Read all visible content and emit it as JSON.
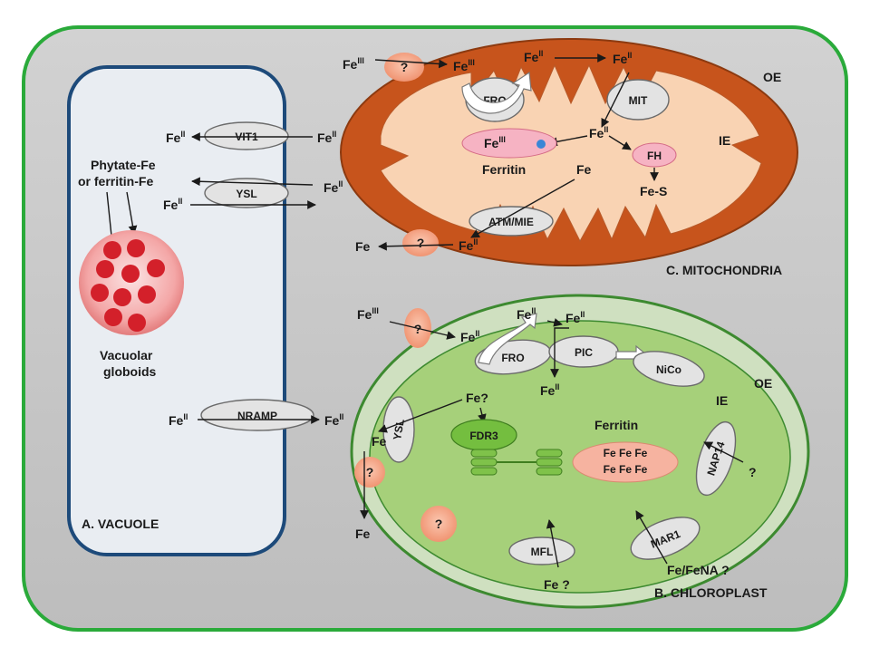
{
  "colors": {
    "cell_border": "#2aaa3a",
    "cell_fill": "#c9c9c9",
    "vacuole_border": "#1d4a7a",
    "vacuole_fill": "#e9edf2",
    "mito_outer": "#c7541c",
    "mito_inner": "#f9d3b3",
    "chloro_fill": "#a6d07a",
    "chloro_border": "#3d8a30",
    "unknown_fill": "#f6a98a",
    "ferritin_pink": "#f6b3c3",
    "fdr3_green": "#74be3f",
    "globoid_red": "#d3202a"
  },
  "vacuole": {
    "title": "A. VACUOLE",
    "phytate_line1": "Phytate-Fe",
    "phytate_line2": "or ferritin-Fe",
    "globoid_line1": "Vacuolar",
    "globoid_line2": "globoids",
    "vit1": "VIT1",
    "ysl": "YSL",
    "nramp": "NRAMP"
  },
  "mitochondria": {
    "title": "C. MITOCHONDRIA",
    "oe": "OE",
    "ie": "IE",
    "fro": "FRO",
    "mit": "MIT",
    "ferritin": "Ferritin",
    "fh": "FH",
    "fes": "Fe-S",
    "atm": "ATM/MIE",
    "fe": "Fe",
    "q": "?"
  },
  "chloroplast": {
    "title": "B. CHLOROPLAST",
    "oe": "OE",
    "ie": "IE",
    "fro": "FRO",
    "pic": "PIC",
    "nico": "NiCo",
    "ysl": "YSL",
    "fdr3": "FDR3",
    "fe_q": "Fe?",
    "ferritin": "Ferritin",
    "fe_row1": "Fe Fe Fe",
    "fe_row2": "Fe Fe Fe",
    "nap14": "NAP14",
    "mar1": "MAR1",
    "mfl": "MFL",
    "fe_fena": "Fe/FeNA ?",
    "fe_space_q": "Fe ?",
    "fe": "Fe",
    "q": "?"
  },
  "fe_symbol": "Fe",
  "sup_II": "II",
  "sup_III": "III"
}
